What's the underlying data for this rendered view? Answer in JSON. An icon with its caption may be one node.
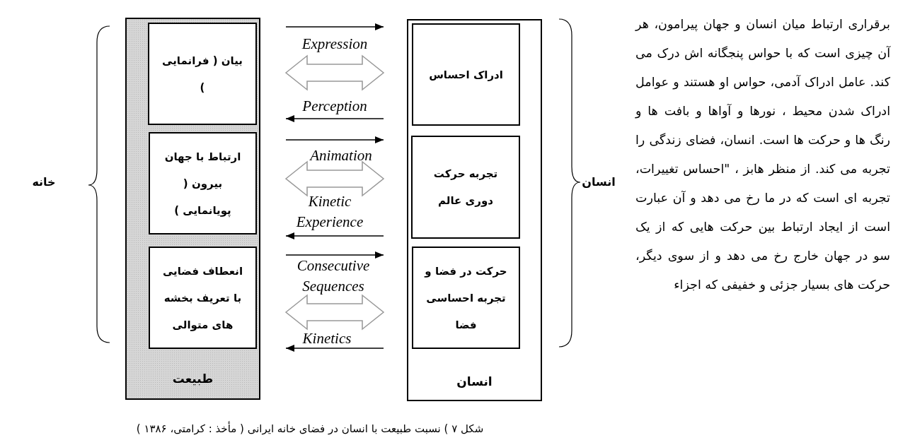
{
  "diagram": {
    "caption": "شکل ۷ ) نسبت طبیعت با انسان در فضای خانه ایرانی ( مأخذ : کرامتی، ۱۳۸۶ )",
    "nodes": [
      {
        "text": [
          "طبیعت"
        ]
      },
      {
        "text": [
          "بیان ( فرانمایی )"
        ],
        "in": 0
      },
      {
        "text": [
          "ارتباط با جهان بیرون ( پویانمایی )"
        ],
        "in": 0
      },
      {
        "text": [
          "انعطاف فضایی با تعریف بخشه های متوالی"
        ],
        "in": 0
      },
      {
        "text": [
          "انسان"
        ]
      },
      {
        "text": [
          "ادراک احساس"
        ],
        "in": 4
      },
      {
        "text": [
          "تجربه حرکت دوری عالم"
        ],
        "in": 4
      },
      {
        "text": [
          "حرکت در فضا و تجربه احساسی فضا"
        ],
        "in": 4
      }
    ],
    "edges": [
      {
        "from": 1,
        "to": 5,
        "arrow": "to",
        "label": "Expression"
      },
      {
        "from": 1,
        "to": 5,
        "arrow": "both",
        "color": "#999999"
      },
      {
        "from": 5,
        "to": 1,
        "arrow": "to",
        "label": "Perception"
      },
      {
        "from": 2,
        "to": 6,
        "arrow": "to",
        "label": "Animation"
      },
      {
        "from": 2,
        "to": 6,
        "arrow": "both",
        "color": "#999999"
      },
      {
        "from": 6,
        "to": 2,
        "arrow": "to",
        "label": "Kinetic Experience"
      },
      {
        "from": 3,
        "to": 7,
        "arrow": "to",
        "label": "Consecutive Sequences"
      },
      {
        "from": 3,
        "to": 7,
        "arrow": "both",
        "color": "#999999"
      },
      {
        "from": 7,
        "to": 3,
        "arrow": "to",
        "label": "Kinetics"
      }
    ],
    "labels": [
      "خانه",
      "انسان",
      "برقراری ارتباط میان انسان و جهان پیرامون، هر آن چیزی است که با حواس پنجگانه اش درک می کند. عامل ادراک آدمی، حواس او هستند و عوامل ادراک شدن محیط ، نورها و آواها و بافت ها و رنگ ها و حرکت ها است. انسان، فضای زندگی را تجربه می کند. از منظر هابز ، \"احساس تغییرات، تجربه ای است که در ما رخ می دهد و آن عبارت است از ایجاد ارتباط بین حرکت هایی که از یک سو در جهان خارج رخ می دهد و از سوی دیگر، حرکت های بسیار جزئی و خفیفی که اجزاء"
    ]
  }
}
